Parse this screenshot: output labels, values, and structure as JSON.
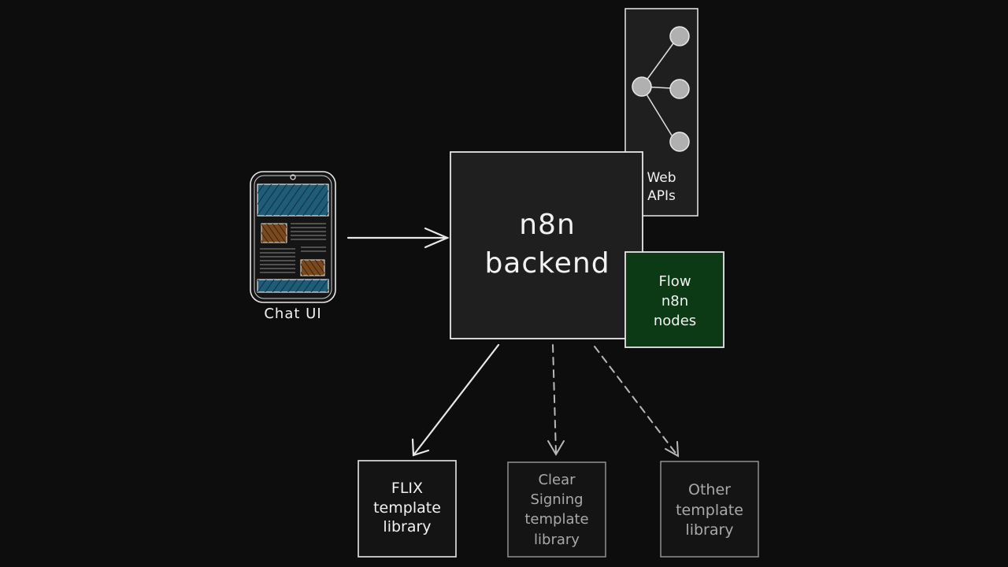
{
  "colors": {
    "background": "#0d0d0d",
    "stroke": "#e8e8e8",
    "dim_stroke": "#9a9a9a",
    "box_fill": "#1f1f1f",
    "flow_fill": "#0c3a14",
    "phone_screen": "#1f5c78",
    "phone_image": "#7a4a1e",
    "node_fill": "#b0b0b0"
  },
  "nodes": {
    "backend": {
      "lines": [
        "n8n",
        "backend"
      ]
    },
    "web_apis": {
      "lines": [
        "Web",
        "APIs"
      ],
      "icon": "network-graph-icon"
    },
    "flow_nodes": {
      "lines": [
        "Flow",
        "n8n",
        "nodes"
      ]
    },
    "chat_ui": {
      "label": "Chat UI",
      "icon": "phone-icon"
    },
    "flix": {
      "lines": [
        "FLIX",
        "template",
        "library"
      ]
    },
    "clear_signing": {
      "lines": [
        "Clear",
        "Signing",
        "template",
        "library"
      ]
    },
    "other": {
      "lines": [
        "Other",
        "template",
        "library"
      ]
    }
  },
  "edges": [
    {
      "from": "chat_ui",
      "to": "backend",
      "style": "solid"
    },
    {
      "from": "backend",
      "to": "flix",
      "style": "solid"
    },
    {
      "from": "backend",
      "to": "clear_signing",
      "style": "dashed"
    },
    {
      "from": "backend",
      "to": "other",
      "style": "dashed"
    }
  ]
}
